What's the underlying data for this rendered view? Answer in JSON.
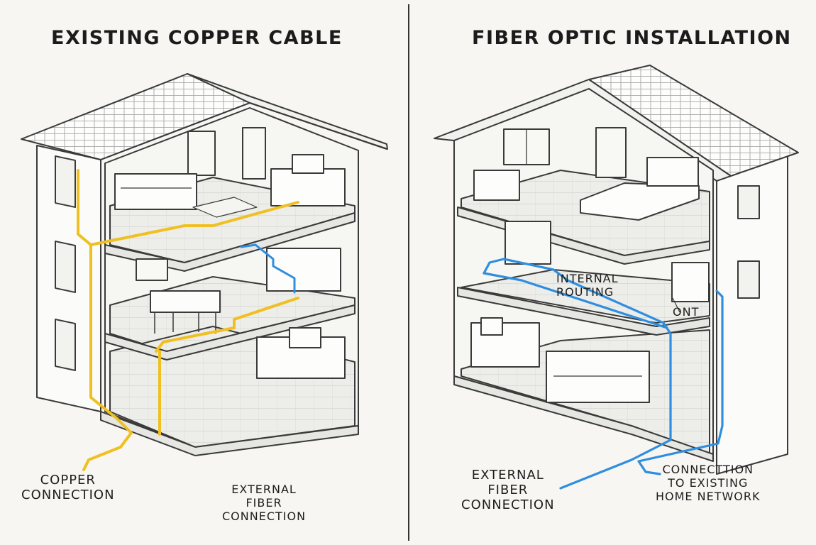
{
  "colors": {
    "copper": "#f0c020",
    "fiber": "#2f8ee0",
    "line": "#3a3a3a",
    "wall": "#fbfbf9",
    "floor": "#e8e8e4",
    "background": "#f7f6f3"
  },
  "left_panel": {
    "title": "EXISTING COPPER CABLE",
    "copper_label": [
      "COPPER",
      "CONNECTION"
    ],
    "external_label": [
      "EXTERNAL",
      "FIBER",
      "CONNECTION"
    ]
  },
  "right_panel": {
    "title": "FIBER OPTIC INSTALLATION",
    "internal_label": [
      "INTERNAL",
      "ROUTING"
    ],
    "ont_label": "ONT",
    "external_label": [
      "EXTERNAL",
      "FIBER",
      "CONNECTION"
    ],
    "network_label": [
      "CONNECTTION",
      "TO EXISTING",
      "HOME NETWORK"
    ]
  }
}
